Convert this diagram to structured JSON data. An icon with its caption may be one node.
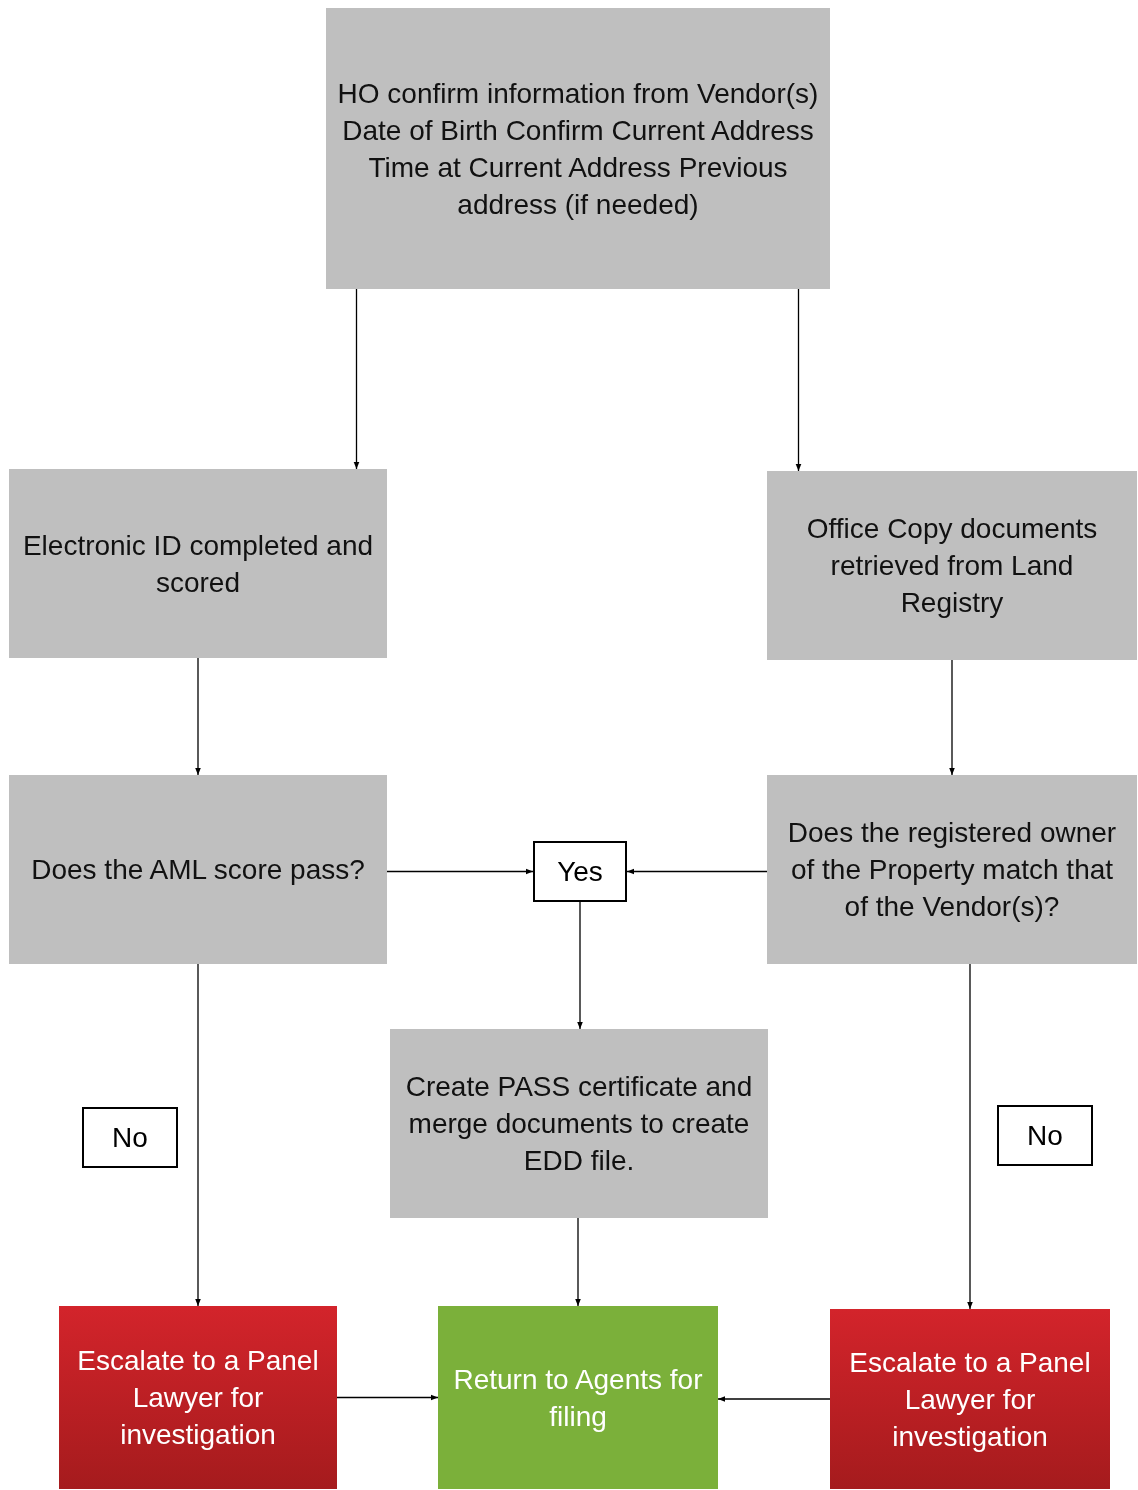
{
  "diagram": {
    "nodes": [
      {
        "text": [
          "HO confirm information from Vendor(s) Date of Birth Confirm Current Address Time at Current Address Previous address (if needed)"
        ]
      },
      {
        "text": [
          "Electronic ID completed and scored"
        ]
      },
      {
        "text": [
          "Office Copy documents retrieved from Land Registry"
        ]
      },
      {
        "text": [
          "Does the AML score pass?"
        ]
      },
      {
        "text": [
          "Yes"
        ]
      },
      {
        "text": [
          "Does the registered owner of the Property match that of the Vendor(s)?"
        ]
      },
      {
        "text": [
          "Create PASS certificate and merge documents to create EDD file."
        ]
      },
      {
        "text": [
          "No"
        ]
      },
      {
        "text": [
          "No"
        ]
      },
      {
        "text": [
          "Escalate to a Panel Lawyer for investigation"
        ]
      },
      {
        "text": [
          "Return to Agents for filing"
        ]
      },
      {
        "text": [
          "Escalate to a Panel Lawyer for investigation"
        ]
      }
    ],
    "edges": [
      {
        "from": 0,
        "to": 1,
        "arrow": "to"
      },
      {
        "from": 0,
        "to": 2,
        "arrow": "to"
      },
      {
        "from": 1,
        "to": 3,
        "arrow": "to"
      },
      {
        "from": 2,
        "to": 5,
        "arrow": "to"
      },
      {
        "from": 3,
        "to": 4,
        "arrow": "to"
      },
      {
        "from": 5,
        "to": 4,
        "arrow": "to"
      },
      {
        "from": 4,
        "to": 6,
        "arrow": "to"
      },
      {
        "from": 3,
        "to": 9,
        "arrow": "to"
      },
      {
        "from": 5,
        "to": 11,
        "arrow": "to"
      },
      {
        "from": 6,
        "to": 10,
        "arrow": "to"
      },
      {
        "from": 9,
        "to": 10,
        "arrow": "to"
      },
      {
        "from": 11,
        "to": 10,
        "arrow": "to"
      }
    ]
  }
}
